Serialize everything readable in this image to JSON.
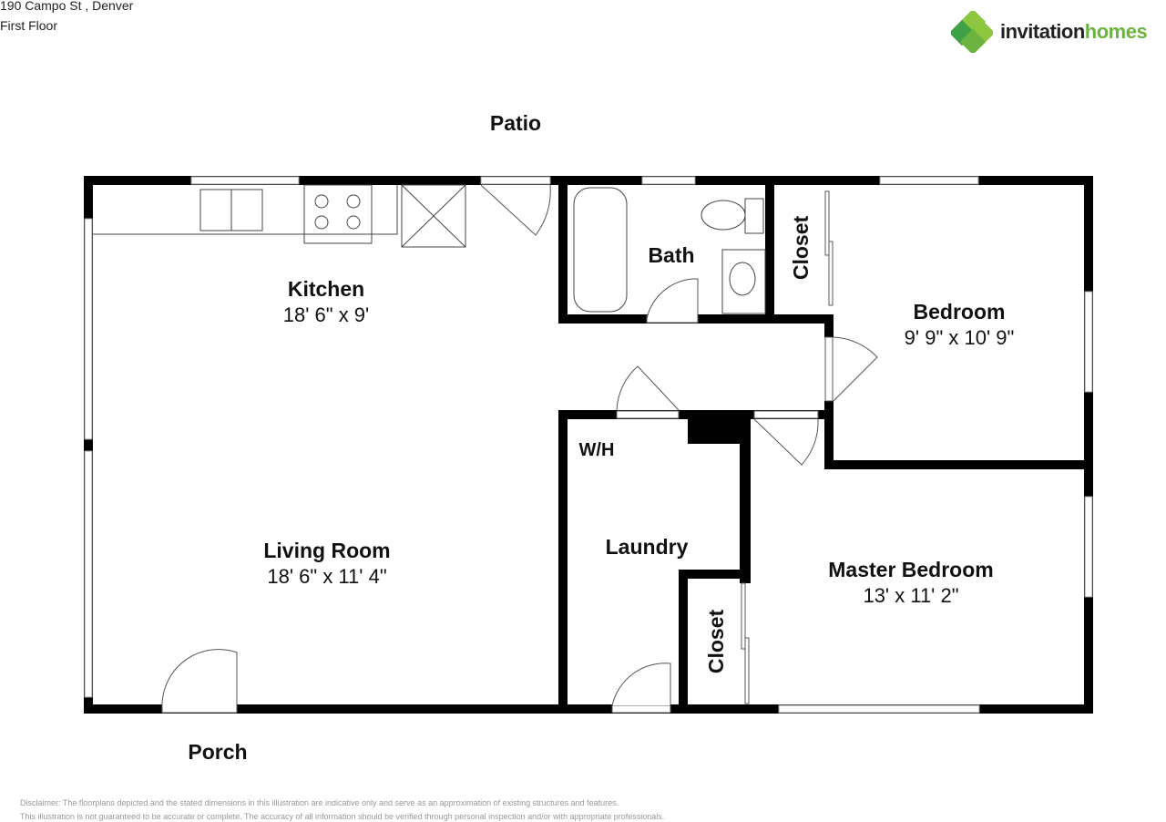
{
  "header": {
    "address": "190 Campo St , Denver",
    "floor": "First Floor"
  },
  "logo": {
    "brand_part1": "invitation",
    "brand_part2": "homes",
    "icon": "clover-logo-icon",
    "colors": {
      "dark": "#222222",
      "green": "#6cb33f"
    }
  },
  "rooms": [
    {
      "name": "Kitchen",
      "dimensions": "18' 6\" x 9'"
    },
    {
      "name": "Living Room",
      "dimensions": "18' 6\" x 11' 4\""
    },
    {
      "name": "Bath",
      "dimensions": ""
    },
    {
      "name": "Closet",
      "dimensions": ""
    },
    {
      "name": "Bedroom",
      "dimensions": "9' 9\" x 10' 9\""
    },
    {
      "name": "W/H",
      "dimensions": ""
    },
    {
      "name": "Laundry",
      "dimensions": ""
    },
    {
      "name": "Master Bedroom",
      "dimensions": "13' x 11' 2\""
    },
    {
      "name": "Closet",
      "dimensions": ""
    }
  ],
  "outside": {
    "top": "Patio",
    "bottom": "Porch"
  },
  "disclaimer": {
    "line1": "Disclaimer: The floorplans depicted and the stated dimensions in this illustration are indicative only and serve as an approximation of existing structures and features.",
    "line2": "This illustration is not guaranteed to be accurate or complete. The accuracy of all information should be verified through personal inspection and/or with appropriate professionals."
  }
}
